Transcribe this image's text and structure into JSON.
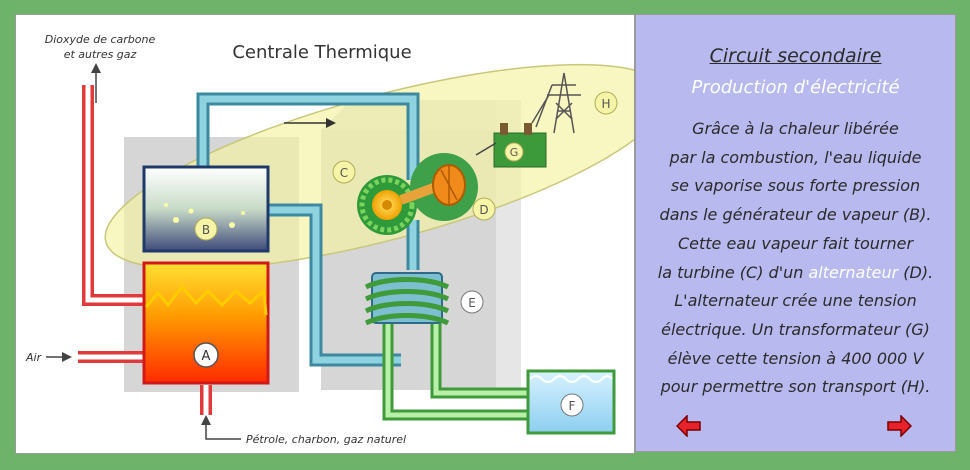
{
  "diagram": {
    "title": "Centrale Thermique",
    "exhaust_label_line1": "Dioxyde de carbone",
    "exhaust_label_line2": "et autres gaz",
    "air_label": "Air",
    "fuel_label": "Pétrole, charbon, gaz naturel",
    "markers": {
      "a": "A",
      "b": "B",
      "c": "C",
      "d": "D",
      "e": "E",
      "f": "F",
      "g": "G",
      "h": "H"
    },
    "colors": {
      "highlight": "#f4f2a0",
      "steam_pipe": "#6fb9c9",
      "cooling_pipe": "#7dce6a",
      "hot_pipe": "#e03a3a",
      "fire_top": "#ffe033",
      "fire_bottom": "#ff2a00",
      "water": "#a6dbf2"
    }
  },
  "panel": {
    "title": "Circuit secondaire",
    "subtitle": "Production d'électricité",
    "lines": {
      "l1": "Grâce à la chaleur libérée",
      "l2": "par la combustion, l'eau liquide",
      "l3": "se vaporise sous forte pression",
      "l4": "dans le générateur de vapeur (B).",
      "l5": "Cette eau vapeur fait tourner",
      "l6_before": "la turbine (C) d'un ",
      "l6_link": "alternateur",
      "l6_after": " (D).",
      "l7": "L'alternateur crée une tension",
      "l8": "électrique. Un transformateur (G)",
      "l9": "élève cette tension à 400 000 V",
      "l10": "pour permettre son transport (H)."
    }
  },
  "nav": {
    "prev_icon": "arrow-left-icon",
    "next_icon": "arrow-right-icon",
    "arrow_color": "#e8222a"
  }
}
